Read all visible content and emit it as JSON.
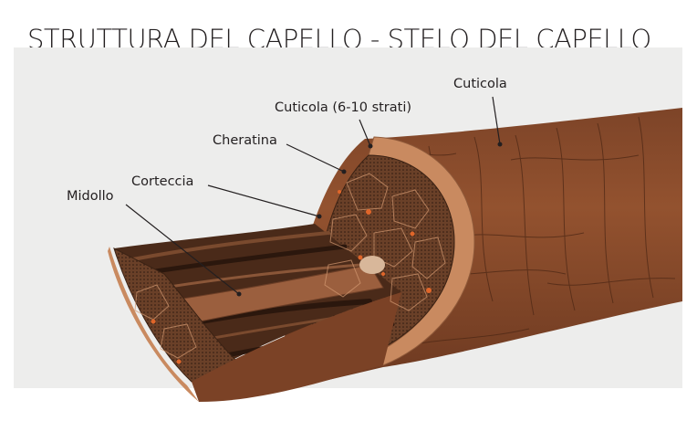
{
  "title": "STRUTTURA DEL CAPELLO - STELO DEL CAPELLO",
  "labels": {
    "cuticola_outer": "Cuticola",
    "cuticola_layers": "Cuticola (6-10 strati)",
    "cheratina": "Cheratina",
    "corteccia": "Corteccia",
    "midollo": "Midollo"
  },
  "colors": {
    "background_panel": "#ededec",
    "shaft_outer": "#8a4a2c",
    "shaft_dark": "#6b3a22",
    "cuticle_rim": "#d49a72",
    "cortex_cells": "#5a3522",
    "cortex_interstitial": "#e0662a",
    "medulla": "#9b5f3e",
    "leader_line": "#231f20"
  }
}
